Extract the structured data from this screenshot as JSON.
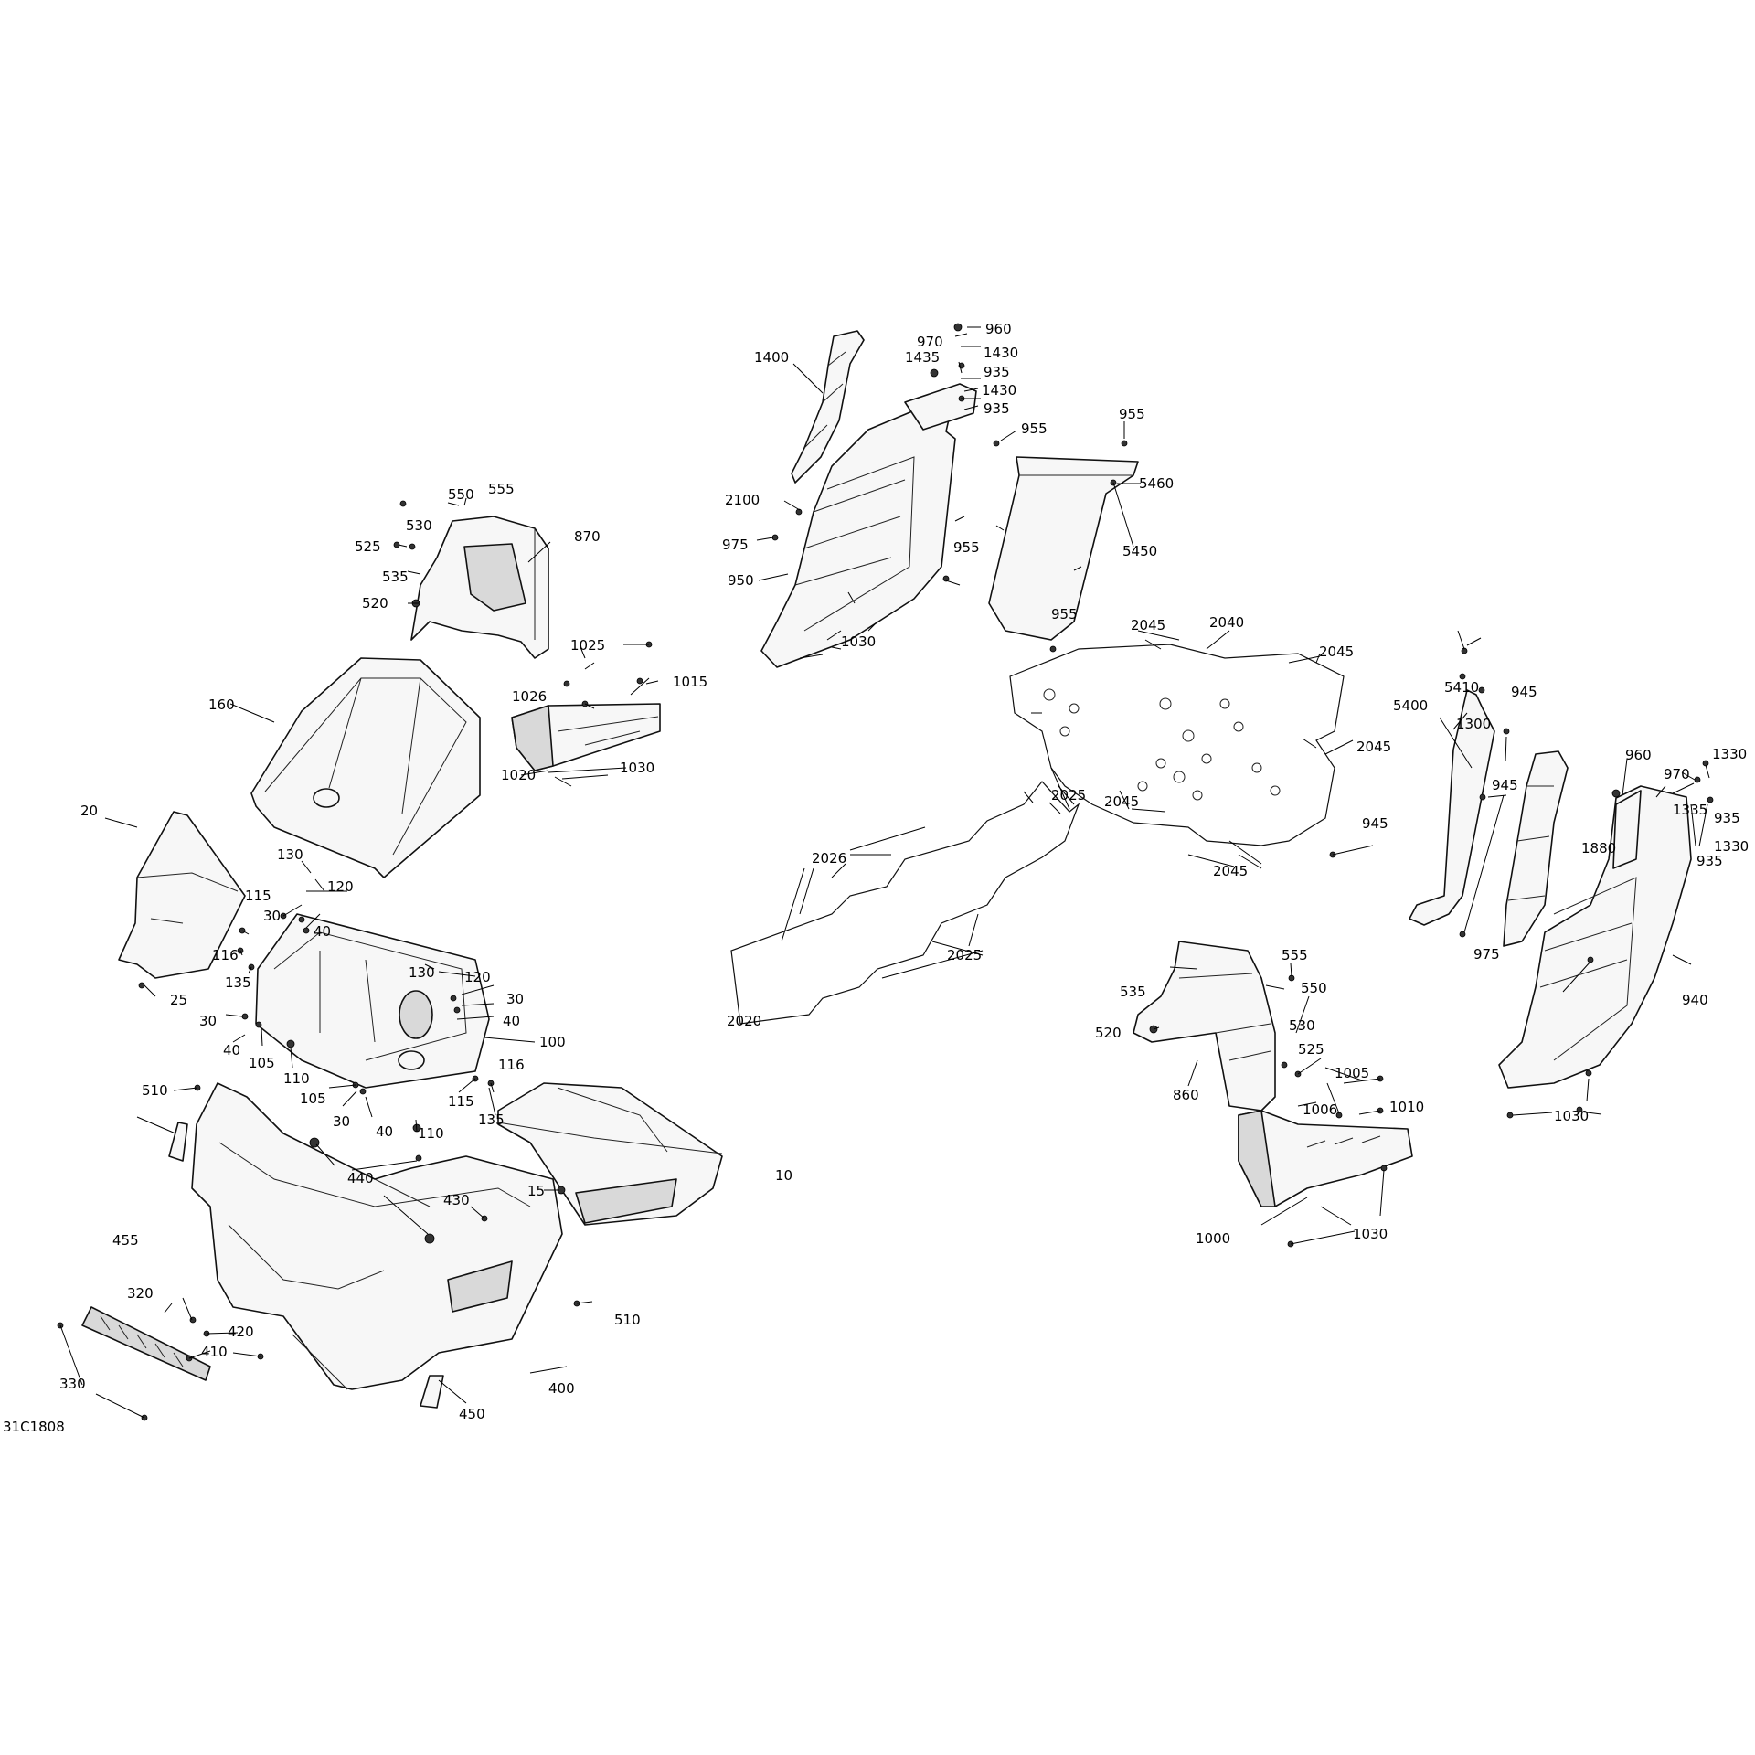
{
  "diagram_code": "31C1808",
  "callouts": {
    "c10": "10",
    "c15": "15",
    "c20": "20",
    "c25": "25",
    "c30a": "30",
    "c30b": "30",
    "c30c": "30",
    "c30d": "30",
    "c40a": "40",
    "c40b": "40",
    "c40c": "40",
    "c40d": "40",
    "c100": "100",
    "c105a": "105",
    "c105b": "105",
    "c110a": "110",
    "c110b": "110",
    "c115a": "115",
    "c115b": "115",
    "c116a": "116",
    "c116b": "116",
    "c120a": "120",
    "c120b": "120",
    "c130a": "130",
    "c130b": "130",
    "c135a": "135",
    "c135b": "135",
    "c160": "160",
    "c320": "320",
    "c330": "330",
    "c400": "400",
    "c410": "410",
    "c420": "420",
    "c430": "430",
    "c440": "440",
    "c450": "450",
    "c455": "455",
    "c510a": "510",
    "c510b": "510",
    "c520a": "520",
    "c520b": "520",
    "c525a": "525",
    "c525b": "525",
    "c530a": "530",
    "c530b": "530",
    "c535a": "535",
    "c535b": "535",
    "c550a": "550",
    "c550b": "550",
    "c555a": "555",
    "c555b": "555",
    "c860": "860",
    "c870": "870",
    "c935a": "935",
    "c935b": "935",
    "c935c": "935",
    "c935d": "935",
    "c940": "940",
    "c945a": "945",
    "c945b": "945",
    "c945c": "945",
    "c950": "950",
    "c955a": "955",
    "c955b": "955",
    "c955c": "955",
    "c955d": "955",
    "c960a": "960",
    "c960b": "960",
    "c970a": "970",
    "c970b": "970",
    "c975a": "975",
    "c975b": "975",
    "c1000": "1000",
    "c1005": "1005",
    "c1006": "1006",
    "c1010": "1010",
    "c1015": "1015",
    "c1020": "1020",
    "c1025": "1025",
    "c1026": "1026",
    "c1030a": "1030",
    "c1030b": "1030",
    "c1030c": "1030",
    "c1030d": "1030",
    "c1300": "1300",
    "c1330a": "1330",
    "c1330b": "1330",
    "c1335": "1335",
    "c1400": "1400",
    "c1430a": "1430",
    "c1430b": "1430",
    "c1435": "1435",
    "c1880": "1880",
    "c2020": "2020",
    "c2025a": "2025",
    "c2025b": "2025",
    "c2026": "2026",
    "c2040": "2040",
    "c2045a": "2045",
    "c2045b": "2045",
    "c2045c": "2045",
    "c2045d": "2045",
    "c2045e": "2045",
    "c2100": "2100",
    "c5400": "5400",
    "c5410": "5410",
    "c5450": "5450",
    "c5460": "5460"
  }
}
